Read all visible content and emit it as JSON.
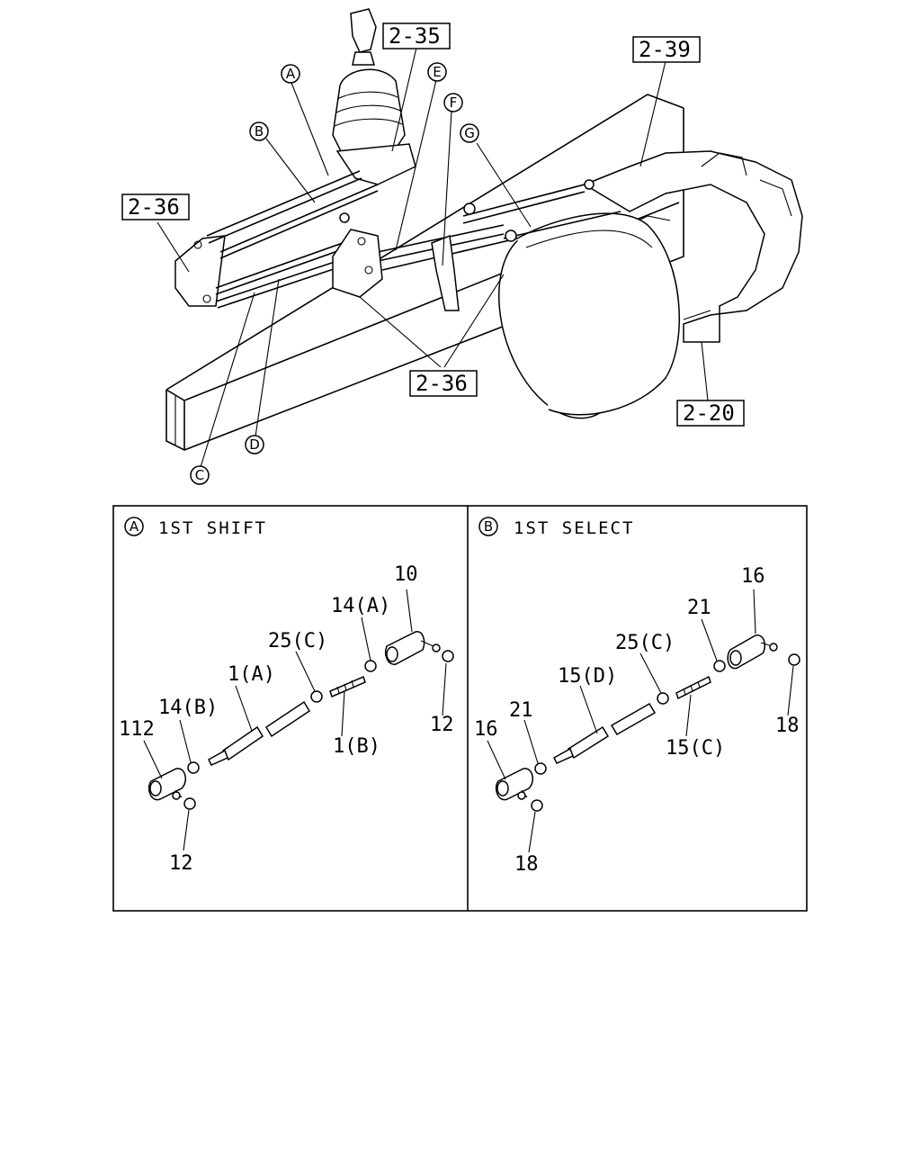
{
  "overview": {
    "refs": {
      "r235": "2-35",
      "r239": "2-39",
      "r236a": "2-36",
      "r236b": "2-36",
      "r220": "2-20"
    },
    "callouts": {
      "A": "A",
      "B": "B",
      "C": "C",
      "D": "D",
      "E": "E",
      "F": "F",
      "G": "G"
    }
  },
  "detail_a": {
    "marker": "A",
    "title": "1ST SHIFT",
    "labels": {
      "p10": "10",
      "p14a": "14(A)",
      "p25c": "25(C)",
      "p1a": "1(A)",
      "p14b": "14(B)",
      "p112": "112",
      "p1b": "1(B)",
      "p12r": "12",
      "p12b": "12"
    }
  },
  "detail_b": {
    "marker": "B",
    "title": "1ST SELECT",
    "labels": {
      "p16r": "16",
      "p21r": "21",
      "p25c": "25(C)",
      "p15d": "15(D)",
      "p21l": "21",
      "p16l": "16",
      "p15c": "15(C)",
      "p18r": "18",
      "p18b": "18"
    }
  }
}
